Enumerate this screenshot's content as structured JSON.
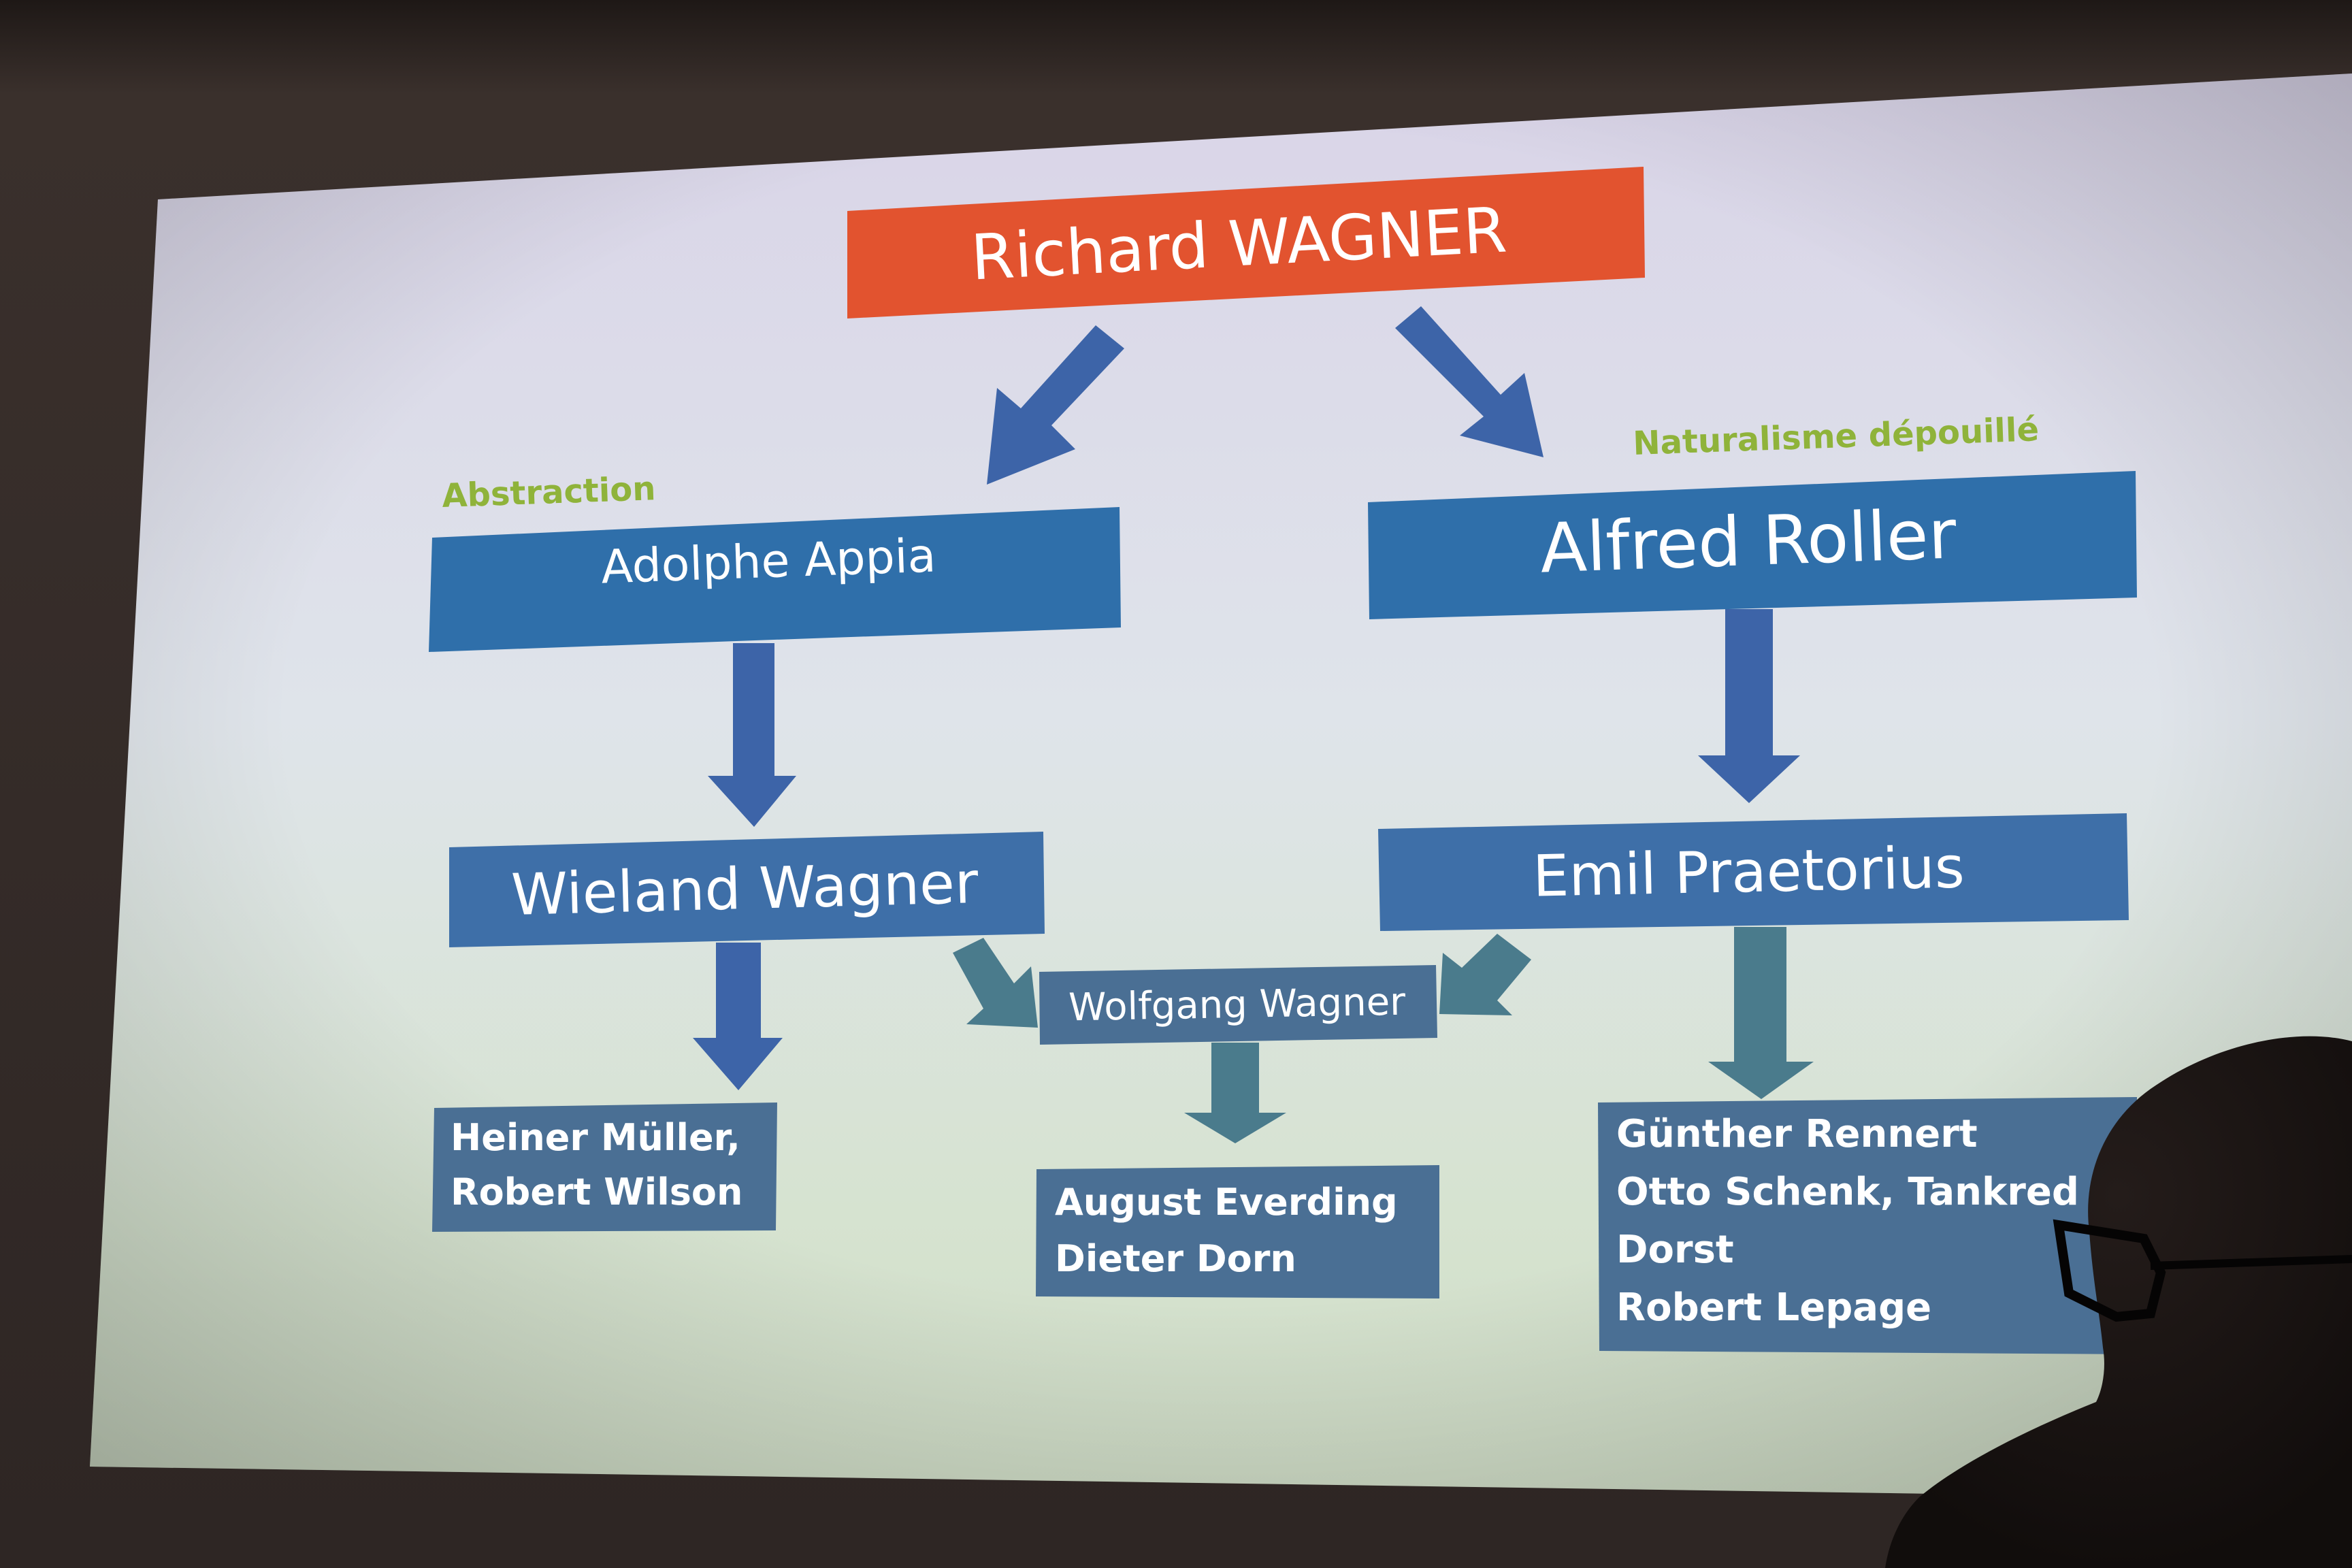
{
  "diagram": {
    "root": "Richard WAGNER",
    "left_caption": "Abstraction",
    "right_caption": "Naturalisme dépouillé",
    "left_branch": {
      "level1": "Adolphe Appia",
      "level2": "Wieland Wagner",
      "level3_lines": [
        "Heiner Müller,",
        "Robert Wilson"
      ]
    },
    "right_branch": {
      "level1": "Alfred Roller",
      "level2": "Emil Praetorius",
      "level3_lines": [
        "Günther Rennert",
        "Otto Schenk, Tankred",
        "Dorst",
        "Robert Lepage"
      ]
    },
    "center_branch": {
      "level2": "Wolfgang Wagner",
      "level3_lines": [
        "August Everding",
        "Dieter Dorn"
      ]
    }
  },
  "colors": {
    "root_box": "#e2532f",
    "blue_box": "#2f6faa",
    "slate_box": "#4a6f94",
    "arrow_blue": "#3d64a8",
    "arrow_teal": "#4a7b8c",
    "caption": "#8fb33a"
  }
}
